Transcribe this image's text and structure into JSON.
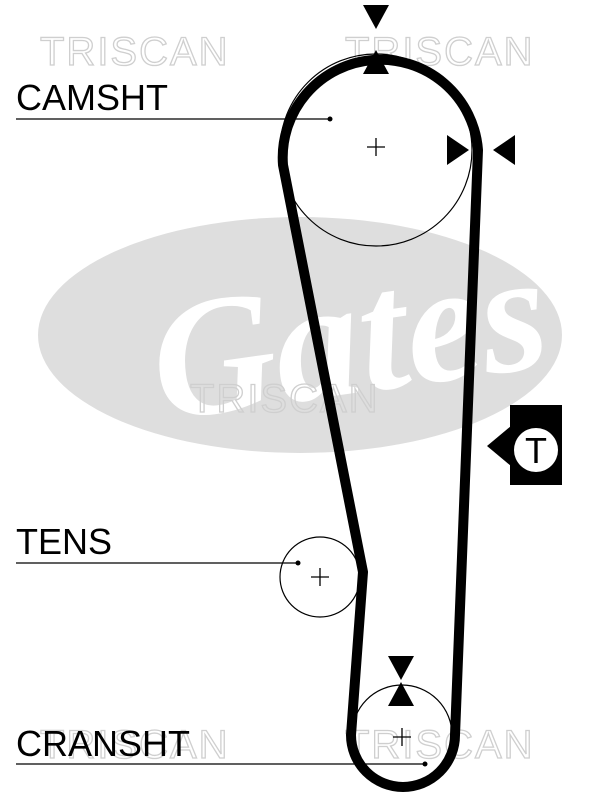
{
  "watermarks": [
    "TRISCAN",
    "TRISCAN",
    "TRISCAN",
    "TRISCAN",
    "TRISCAN"
  ],
  "logo": "Gates",
  "labels": {
    "camshaft": "CAMSHT",
    "tensioner": "TENS",
    "crankshaft": "CRANSHT"
  },
  "tension_marker": "T",
  "colors": {
    "belt": "#000000",
    "logo_background": "#dedede",
    "watermark": "#cfcfcf"
  }
}
